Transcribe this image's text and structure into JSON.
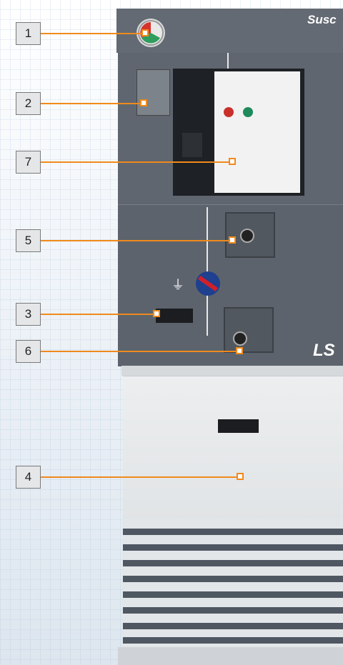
{
  "brand_text": "Susc",
  "logo_text": "LS",
  "callouts": [
    "1",
    "2",
    "7",
    "5",
    "3",
    "6",
    "4"
  ],
  "colors": {
    "leader": "#f08a1c",
    "panel": "#5f666f"
  }
}
